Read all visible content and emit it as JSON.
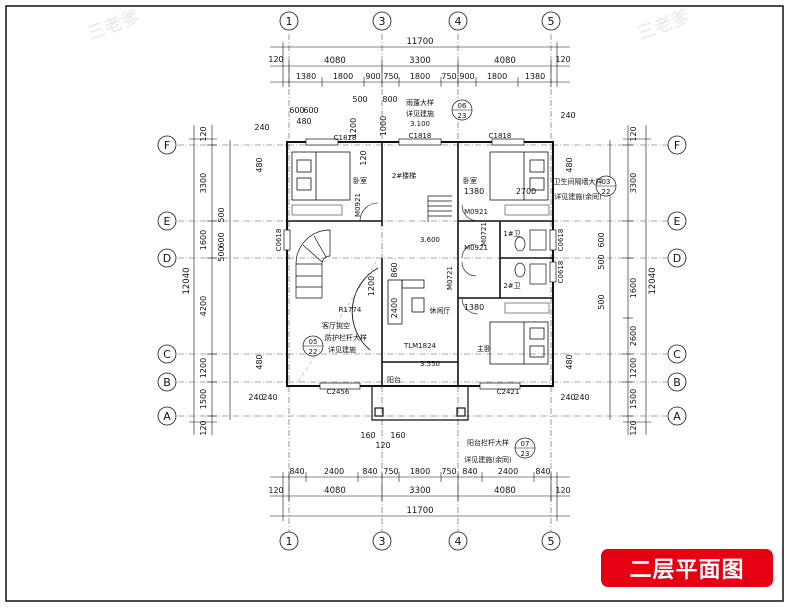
{
  "title": "二层平面图",
  "watermark": "三老爹",
  "axes": {
    "columns": [
      "1",
      "3",
      "4",
      "5"
    ],
    "rows": [
      "F",
      "E",
      "D",
      "C",
      "B",
      "A"
    ]
  },
  "top_dims": {
    "total": "11700",
    "edge": "120",
    "segments": [
      "4080",
      "3300",
      "4080"
    ],
    "detail": [
      "1380",
      "1800",
      "900",
      "750",
      "1800",
      "750",
      "900",
      "1800",
      "1380"
    ]
  },
  "bottom_dims": {
    "detail": [
      "840",
      "2400",
      "840",
      "750",
      "1800",
      "750",
      "840",
      "2400",
      "840"
    ],
    "segments": [
      "4080",
      "3300",
      "4080"
    ],
    "total": "11700",
    "edge": "120"
  },
  "left_dims": {
    "segments": [
      "120",
      "3300",
      "1600",
      "4200",
      "1200",
      "1500",
      "120"
    ],
    "total": "12040",
    "inner": [
      "480",
      "500",
      "600",
      "500",
      "480",
      "240"
    ]
  },
  "right_dims": {
    "segments": [
      "120",
      "3300",
      "1600",
      "2600",
      "1200",
      "1500",
      "120"
    ],
    "total": "12040",
    "inner": [
      "480",
      "600",
      "500",
      "500",
      "480",
      "240"
    ]
  },
  "rooms": {
    "bedroom_left": "卧室",
    "stair": "2#楼梯",
    "bedroom_right": "卧室",
    "bath1": "1#卫",
    "bath2": "2#卫",
    "void": "客厅挑空",
    "lounge": "休闲厅",
    "master": "主卧",
    "balcony": "阳台"
  },
  "codes": {
    "c1818": "C1818",
    "c1818b": "C1818",
    "c1818c": "C1818",
    "m0921a": "M0921",
    "m0921b": "M0921",
    "m0921c": "M0921",
    "m0721a": "M0721",
    "m0721b": "M0721",
    "c0618a": "C0618",
    "c0618b": "C0618",
    "c0618c": "C0618",
    "c2456": "C2456",
    "c2421": "C2421",
    "tlm": "TLM1824",
    "r1774": "R1774",
    "elev1": "3.100",
    "elev2": "3.600",
    "elev3": "3.550"
  },
  "notes": {
    "rain": "雨蓬大样",
    "rain2": "详见建施",
    "rain_ref_top": "06",
    "rain_ref_bot": "23",
    "bath_note": "卫生间隔墙大样",
    "bath_note2": "详见建施(余同)",
    "bath_ref_top": "03",
    "bath_ref_bot": "22",
    "rail": "防护栏杆大样",
    "rail2": "详见建施",
    "rail_ref_top": "05",
    "rail_ref_bot": "22",
    "balc": "阳台栏杆大样",
    "balc2": "详见建施(余同)",
    "balc_ref_top": "07",
    "balc_ref_bot": "23"
  },
  "misc_dims": {
    "d600a": "600",
    "d600b": "600",
    "d480": "480",
    "d500": "500",
    "d800": "800",
    "d1000": "1000",
    "d1200": "1200",
    "d120": "120",
    "d2700": "2700",
    "d1380a": "1380",
    "d1380b": "1380",
    "d2400": "2400",
    "d860": "860",
    "d1200b": "1200",
    "d160a": "160",
    "d120b": "120",
    "d160b": "160",
    "d240a": "240",
    "d240b": "240"
  },
  "colors": {
    "line": "#111111",
    "badge": "#e60012",
    "badge_text": "#ffffff"
  }
}
